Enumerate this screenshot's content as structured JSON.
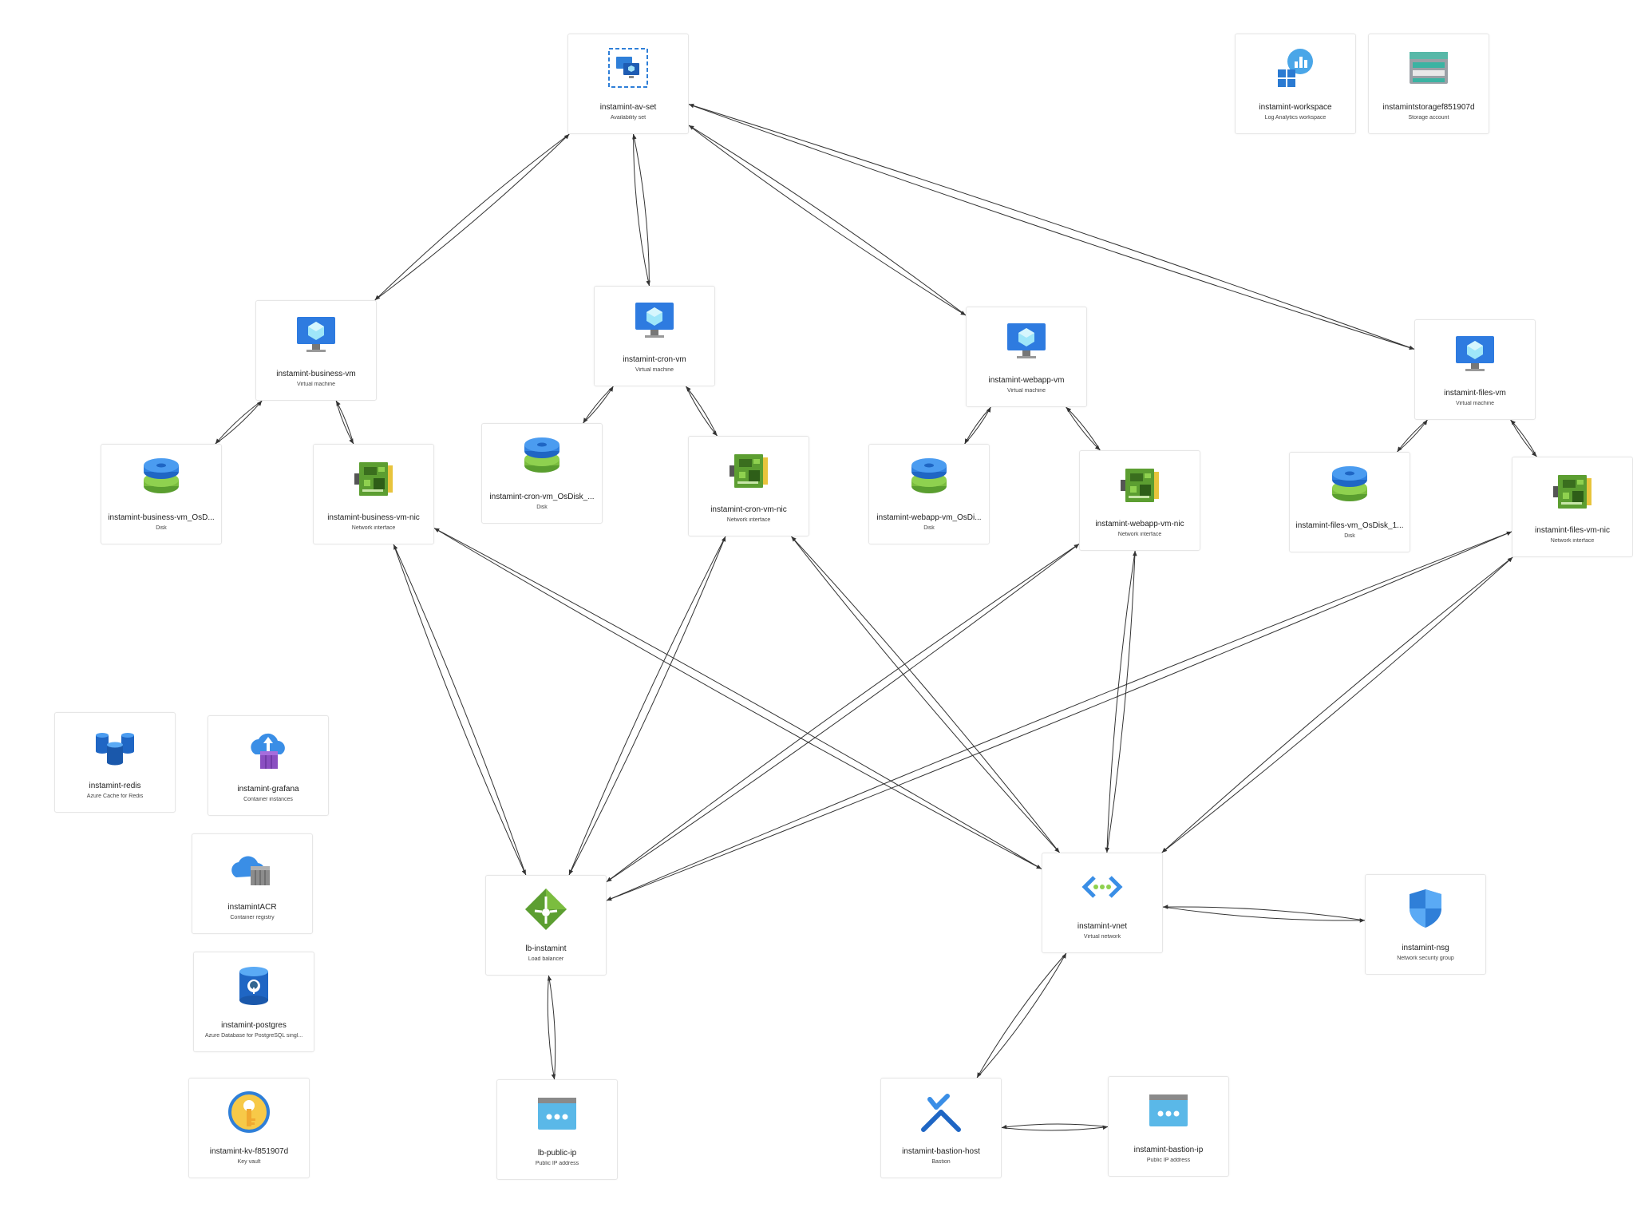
{
  "nodes": [
    {
      "id": "avset",
      "name": "instamint-av-set",
      "type": "Availability set",
      "icon": "availability-set-icon"
    },
    {
      "id": "workspace",
      "name": "instamint-workspace",
      "type": "Log Analytics workspace",
      "icon": "log-analytics-icon"
    },
    {
      "id": "storage",
      "name": "instamintstoragef851907d",
      "type": "Storage account",
      "icon": "storage-account-icon"
    },
    {
      "id": "businessvm",
      "name": "instamint-business-vm",
      "type": "Virtual machine",
      "icon": "virtual-machine-icon"
    },
    {
      "id": "cronvm",
      "name": "instamint-cron-vm",
      "type": "Virtual machine",
      "icon": "virtual-machine-icon"
    },
    {
      "id": "webappvm",
      "name": "instamint-webapp-vm",
      "type": "Virtual machine",
      "icon": "virtual-machine-icon"
    },
    {
      "id": "filesvm",
      "name": "instamint-files-vm",
      "type": "Virtual machine",
      "icon": "virtual-machine-icon"
    },
    {
      "id": "businessdisk",
      "name": "instamint-business-vm_OsD...",
      "type": "Disk",
      "icon": "disk-icon"
    },
    {
      "id": "businessnic",
      "name": "instamint-business-vm-nic",
      "type": "Network interface",
      "icon": "network-interface-icon"
    },
    {
      "id": "crondisk",
      "name": "instamint-cron-vm_OsDisk_...",
      "type": "Disk",
      "icon": "disk-icon"
    },
    {
      "id": "cronnic",
      "name": "instamint-cron-vm-nic",
      "type": "Network interface",
      "icon": "network-interface-icon"
    },
    {
      "id": "webappdisk",
      "name": "instamint-webapp-vm_OsDi...",
      "type": "Disk",
      "icon": "disk-icon"
    },
    {
      "id": "webappnic",
      "name": "instamint-webapp-vm-nic",
      "type": "Network interface",
      "icon": "network-interface-icon"
    },
    {
      "id": "filesdisk",
      "name": "instamint-files-vm_OsDisk_1...",
      "type": "Disk",
      "icon": "disk-icon"
    },
    {
      "id": "filesnic",
      "name": "instamint-files-vm-nic",
      "type": "Network interface",
      "icon": "network-interface-icon"
    },
    {
      "id": "redis",
      "name": "instamint-redis",
      "type": "Azure Cache for Redis",
      "icon": "redis-cache-icon"
    },
    {
      "id": "grafana",
      "name": "instamint-grafana",
      "type": "Container instances",
      "icon": "container-instances-icon"
    },
    {
      "id": "acr",
      "name": "instamintACR",
      "type": "Container registry",
      "icon": "container-registry-icon"
    },
    {
      "id": "postgres",
      "name": "instamint-postgres",
      "type": "Azure Database for PostgreSQL singl...",
      "icon": "postgresql-icon"
    },
    {
      "id": "kv",
      "name": "instamint-kv-f851907d",
      "type": "Key vault",
      "icon": "key-vault-icon"
    },
    {
      "id": "lb",
      "name": "lb-instamint",
      "type": "Load balancer",
      "icon": "load-balancer-icon"
    },
    {
      "id": "lbip",
      "name": "lb-public-ip",
      "type": "Public IP address",
      "icon": "public-ip-icon"
    },
    {
      "id": "vnet",
      "name": "instamint-vnet",
      "type": "Virtual network",
      "icon": "virtual-network-icon"
    },
    {
      "id": "nsg",
      "name": "instamint-nsg",
      "type": "Network security group",
      "icon": "network-security-group-icon"
    },
    {
      "id": "bastion",
      "name": "instamint-bastion-host",
      "type": "Bastion",
      "icon": "bastion-icon"
    },
    {
      "id": "bastionip",
      "name": "instamint-bastion-ip",
      "type": "Public IP address",
      "icon": "public-ip-icon"
    }
  ],
  "edges": [
    [
      "avset",
      "businessvm"
    ],
    [
      "avset",
      "cronvm"
    ],
    [
      "avset",
      "webappvm"
    ],
    [
      "avset",
      "filesvm"
    ],
    [
      "businessvm",
      "businessdisk"
    ],
    [
      "businessvm",
      "businessnic"
    ],
    [
      "cronvm",
      "crondisk"
    ],
    [
      "cronvm",
      "cronnic"
    ],
    [
      "webappvm",
      "webappdisk"
    ],
    [
      "webappvm",
      "webappnic"
    ],
    [
      "filesvm",
      "filesdisk"
    ],
    [
      "filesvm",
      "filesnic"
    ],
    [
      "businessnic",
      "lb"
    ],
    [
      "businessnic",
      "vnet"
    ],
    [
      "cronnic",
      "lb"
    ],
    [
      "cronnic",
      "vnet"
    ],
    [
      "webappnic",
      "lb"
    ],
    [
      "webappnic",
      "vnet"
    ],
    [
      "filesnic",
      "lb"
    ],
    [
      "filesnic",
      "vnet"
    ],
    [
      "lb",
      "lbip"
    ],
    [
      "vnet",
      "nsg"
    ],
    [
      "vnet",
      "bastion"
    ],
    [
      "bastion",
      "bastionip"
    ]
  ]
}
